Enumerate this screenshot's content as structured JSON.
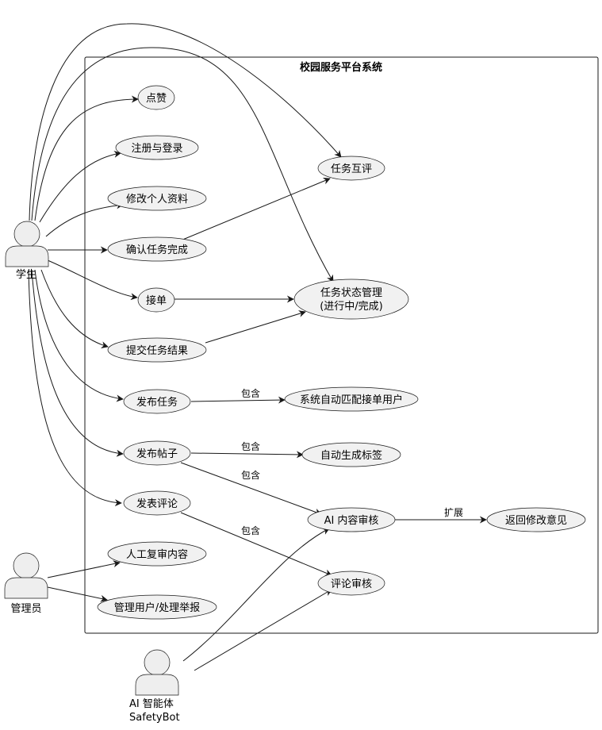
{
  "system": {
    "title": "校园服务平台系统"
  },
  "actors": {
    "student": {
      "label": "学生"
    },
    "admin": {
      "label": "管理员"
    },
    "bot": {
      "label_line1": "AI 智能体",
      "label_line2": "SafetyBot"
    }
  },
  "usecases": {
    "like": "点赞",
    "register": "注册与登录",
    "edit_profile": "修改个人资料",
    "confirm_task": "确认任务完成",
    "accept_order": "接单",
    "submit_result": "提交任务结果",
    "publish_task": "发布任务",
    "publish_post": "发布帖子",
    "post_comment": "发表评论",
    "manual_review": "人工复审内容",
    "manage_users": "管理用户/处理举报",
    "task_review": "任务互评",
    "status_line1": "任务状态管理",
    "status_line2": "(进行中/完成)",
    "auto_match": "系统自动匹配接单用户",
    "auto_tags": "自动生成标签",
    "ai_review": "AI 内容审核",
    "comment_review": "评论审核",
    "return_feedback": "返回修改意见"
  },
  "relations": {
    "include": "包含",
    "extend": "扩展"
  }
}
